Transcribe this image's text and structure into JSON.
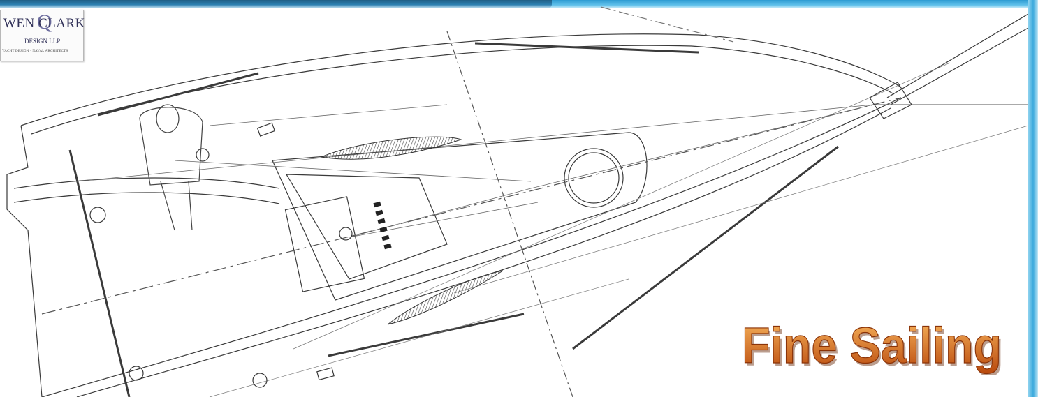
{
  "logo": {
    "name": "WEN CLARKE",
    "sub": "DESIGN LLP",
    "tagline": "YACHT DESIGN · NAVAL ARCHITECTS",
    "mark": "Q"
  },
  "title": {
    "text": "Fine Sailing",
    "color_light": "#f29a3a",
    "color_dark": "#b8480c"
  },
  "frame": {
    "accent": "#3aa9dc",
    "accent_dark": "#1f5f86"
  }
}
